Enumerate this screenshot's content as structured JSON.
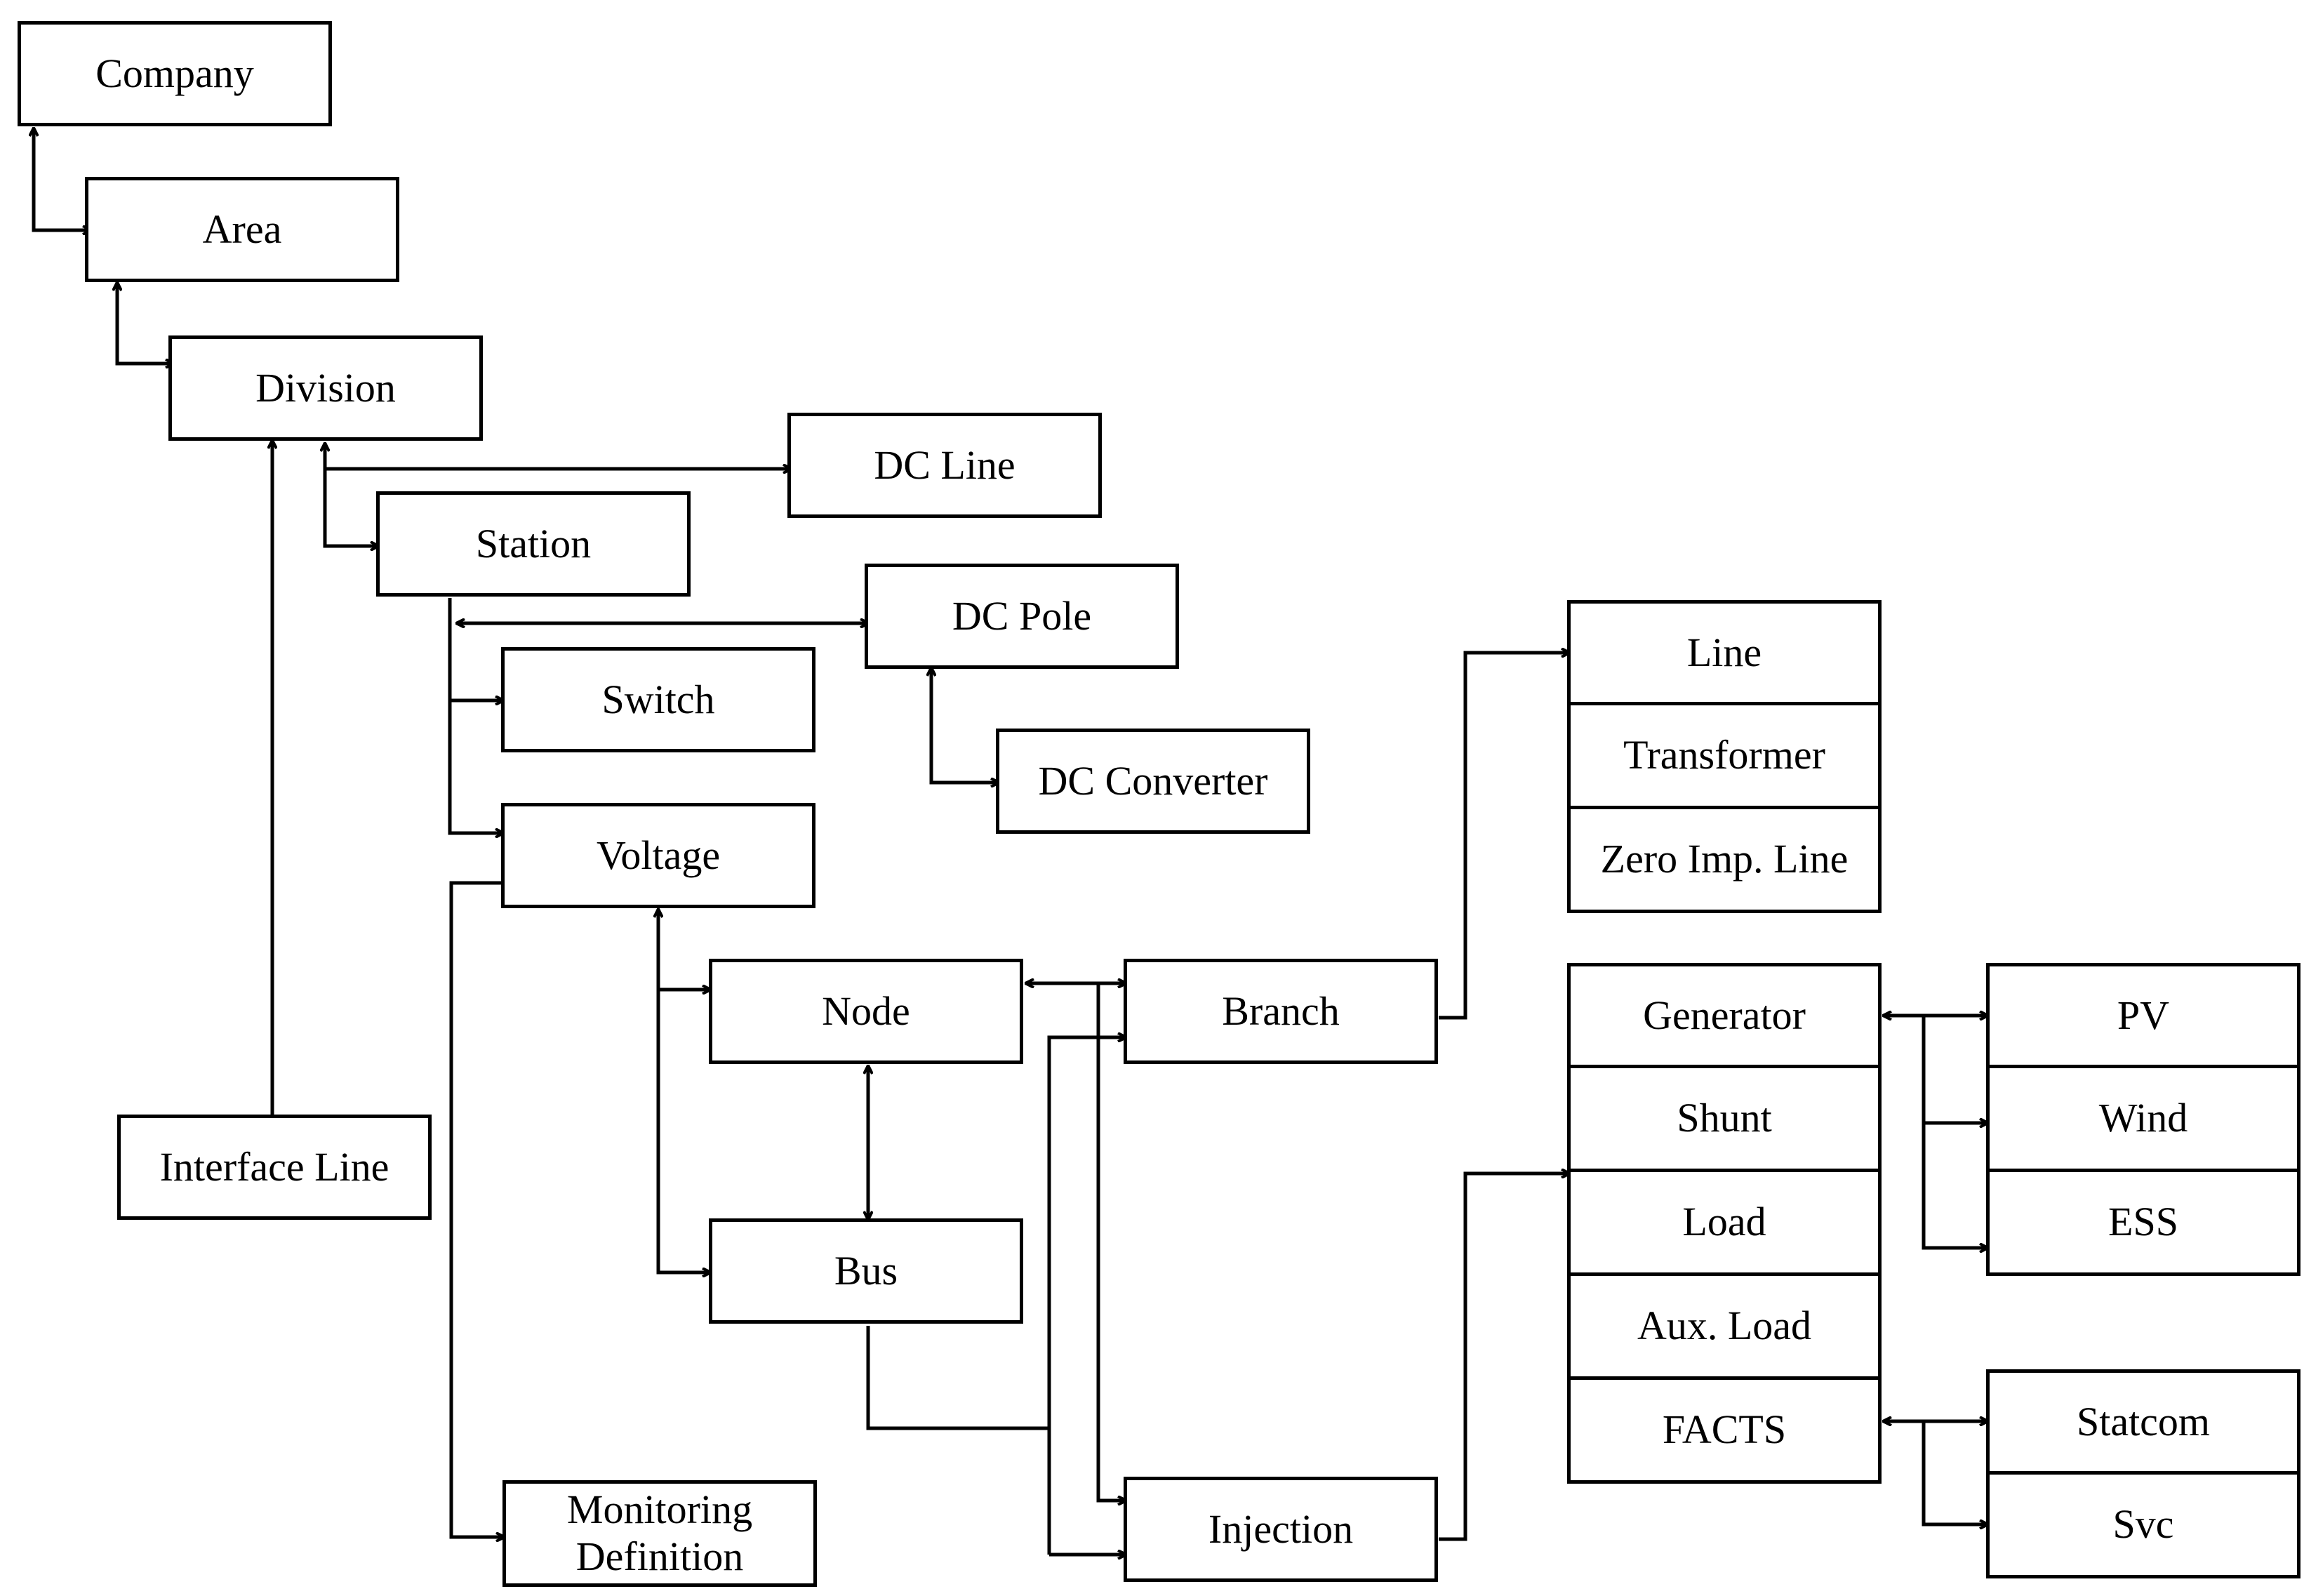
{
  "diagram": {
    "nodes": {
      "company": "Company",
      "area": "Area",
      "division": "Division",
      "dc_line": "DC Line",
      "station": "Station",
      "dc_pole": "DC Pole",
      "switch": "Switch",
      "dc_converter": "DC Converter",
      "voltage": "Voltage",
      "node": "Node",
      "branch": "Branch",
      "bus": "Bus",
      "interface_line": "Interface Line",
      "monitoring_definition_1": "Monitoring",
      "monitoring_definition_2": "Definition",
      "injection": "Injection"
    },
    "branch_types": [
      "Line",
      "Transformer",
      "Zero Imp. Line"
    ],
    "injection_types": [
      "Generator",
      "Shunt",
      "Load",
      "Aux. Load",
      "FACTS"
    ],
    "generator_types": [
      "PV",
      "Wind",
      "ESS"
    ],
    "facts_types": [
      "Statcom",
      "Svc"
    ]
  }
}
